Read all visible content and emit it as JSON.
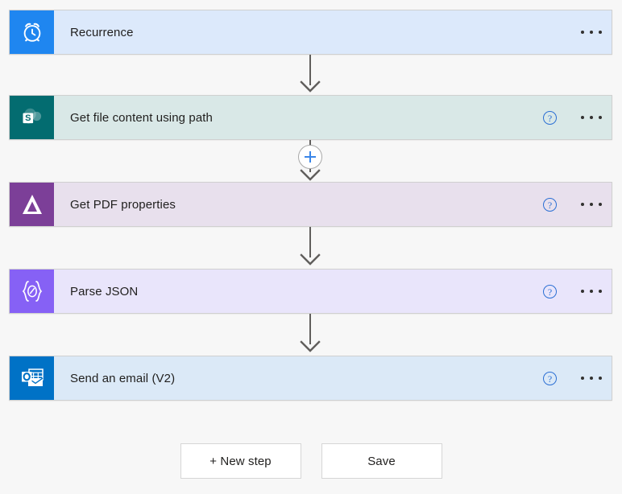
{
  "flow": {
    "steps": [
      {
        "name": "recurrence",
        "title": "Recurrence",
        "icon": "alarm-clock-icon",
        "icon_bg": "#1f86f0",
        "body_bg": "#dce9fb",
        "has_help": false,
        "has_menu": true
      },
      {
        "name": "get-file-content-using-path",
        "title": "Get file content using path",
        "icon": "sharepoint-icon",
        "icon_bg": "#036c70",
        "body_bg": "#d9e8e7",
        "has_help": true,
        "has_menu": true
      },
      {
        "name": "get-pdf-properties",
        "title": "Get PDF properties",
        "icon": "delta-triangle-icon",
        "icon_bg": "#7c3f98",
        "body_bg": "#e8e0ed",
        "has_help": true,
        "has_menu": true
      },
      {
        "name": "parse-json",
        "title": "Parse JSON",
        "icon": "braces-pencil-icon",
        "icon_bg": "#8661f5",
        "body_bg": "#e9e5fb",
        "has_help": true,
        "has_menu": true
      },
      {
        "name": "send-an-email-v2",
        "title": "Send an email (V2)",
        "icon": "outlook-icon",
        "icon_bg": "#0072c6",
        "body_bg": "#dbe9f7",
        "has_help": true,
        "has_menu": true
      }
    ],
    "insert_button_label": "+",
    "help_label": "?"
  },
  "footer": {
    "new_step_label": "+ New step",
    "save_label": "Save"
  },
  "colors": {
    "page_background": "#f7f7f7",
    "connector": "#605e5c",
    "accent_blue": "#3a86e8",
    "help_blue": "#2b6fd4",
    "text": "#201f1e"
  }
}
